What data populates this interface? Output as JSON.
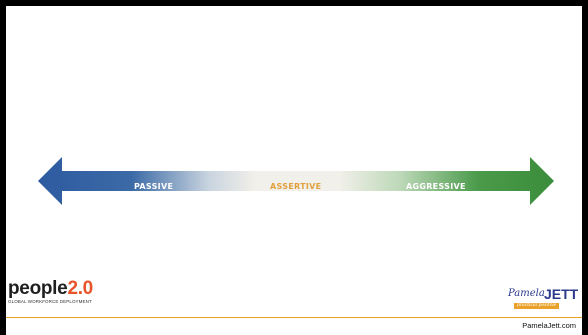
{
  "spectrum": {
    "labels": [
      "PASSIVE",
      "ASSERTIVE",
      "AGGRESSIVE"
    ],
    "colors": {
      "passive": "#2e5aa0",
      "assertive": "#f2f0ea",
      "aggressive": "#3a8c3a",
      "assertive_text": "#e0a040"
    }
  },
  "logos": {
    "people_word": "people",
    "people_num": "2.0",
    "people_tagline": "GLOBAL WORKFORCE DEPLOYMENT",
    "jett_script": "Pamela",
    "jett_main": "JETT",
    "jett_tag": "practical positive"
  },
  "footer": {
    "url": "PamelaJett.com"
  }
}
